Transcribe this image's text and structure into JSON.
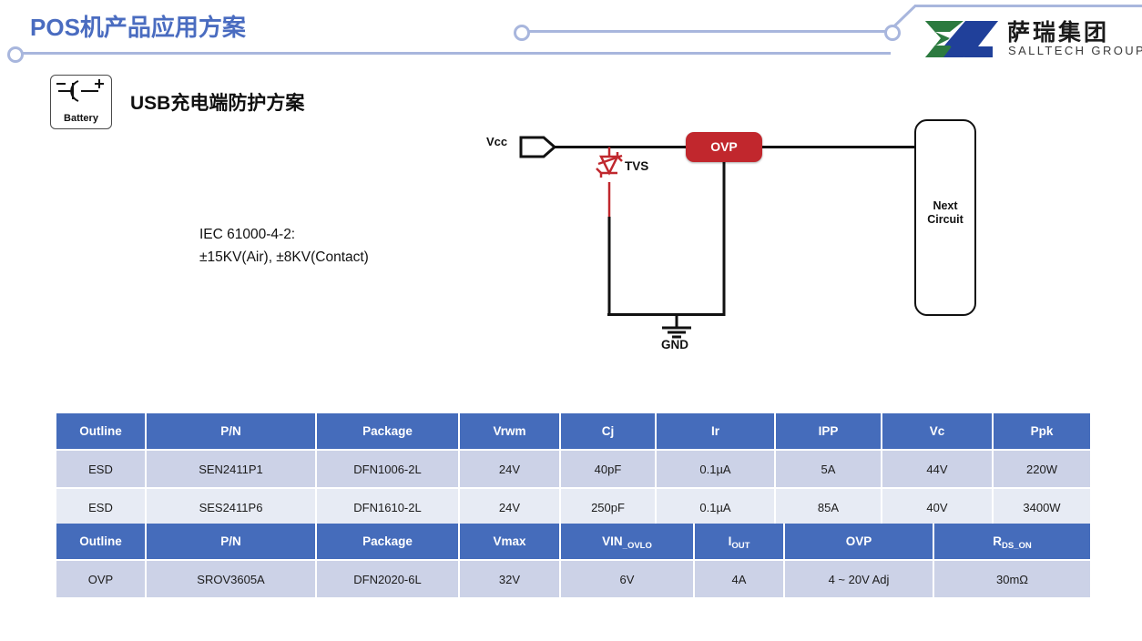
{
  "header": {
    "title": "POS机产品应用方案",
    "accent_color": "#4a6cc0",
    "deco_color": "#a8b6dd"
  },
  "logo": {
    "name_cn": "萨瑞集团",
    "name_en": "SALLTECH GROUP",
    "mark_green": "#2c7a3f",
    "mark_blue": "#20409a"
  },
  "section": {
    "badge_label": "Battery",
    "badge_icon": "battery-cell-icon",
    "title": "USB充电端防护方案"
  },
  "note": {
    "line1": "IEC 61000-4-2:",
    "line2": "±15KV(Air), ±8KV(Contact)"
  },
  "circuit": {
    "vcc_label": "Vcc",
    "tvs_label": "TVS",
    "gnd_label": "GND",
    "ovp_label": "OVP",
    "ovp_color": "#c1272d",
    "tvs_color": "#c0282e",
    "next_circuit_line1": "Next",
    "next_circuit_line2": "Circuit"
  },
  "tables": {
    "header_bg": "#456cbb",
    "row_a_bg": "#ccd2e7",
    "row_b_bg": "#e7ebf4",
    "esd": {
      "columns": [
        "Outline",
        "P/N",
        "Package",
        "Vrwm",
        "Cj",
        "Ir",
        "IPP",
        "Vc",
        "Ppk"
      ],
      "rows": [
        [
          "ESD",
          "SEN2411P1",
          "DFN1006-2L",
          "24V",
          "40pF",
          "0.1µA",
          "5A",
          "44V",
          "220W"
        ],
        [
          "ESD",
          "SES2411P6",
          "DFN1610-2L",
          "24V",
          "250pF",
          "0.1µA",
          "85A",
          "40V",
          "3400W"
        ]
      ]
    },
    "ovp": {
      "columns": [
        "Outline",
        "P/N",
        "Package",
        "Vmax",
        "VIN_OVLO",
        "IOUT",
        "OVP",
        "RDS_ON"
      ],
      "column_parts": [
        {
          "base": "Outline",
          "sub": ""
        },
        {
          "base": "P/N",
          "sub": ""
        },
        {
          "base": "Package",
          "sub": ""
        },
        {
          "base": "Vmax",
          "sub": ""
        },
        {
          "base": "VIN",
          "sub": "_OVLO"
        },
        {
          "base": "I",
          "sub": "OUT"
        },
        {
          "base": "OVP",
          "sub": ""
        },
        {
          "base": "R",
          "sub": "DS_ON"
        }
      ],
      "rows": [
        [
          "OVP",
          "SROV3605A",
          "DFN2020-6L",
          "32V",
          "6V",
          "4A",
          "4 ~ 20V Adj",
          "30mΩ"
        ]
      ]
    }
  }
}
